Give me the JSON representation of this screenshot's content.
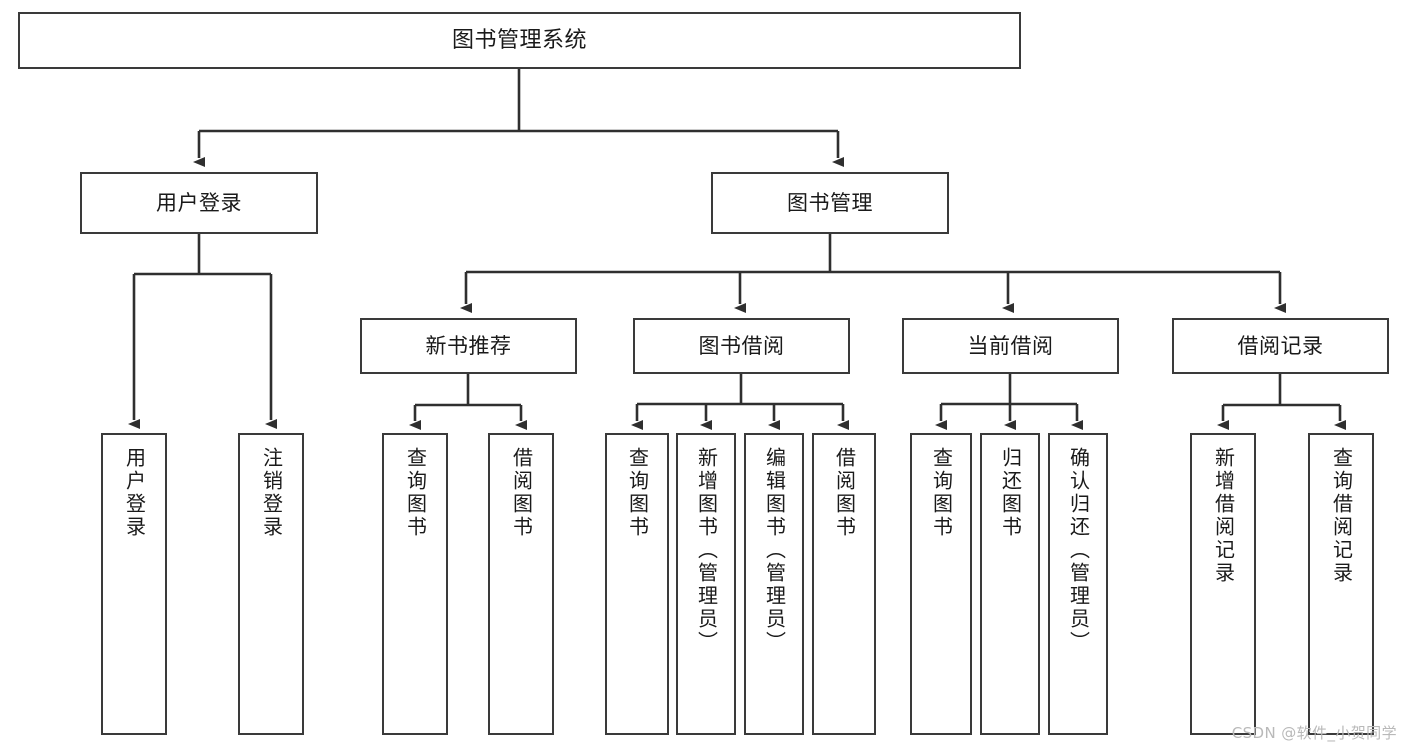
{
  "diagram": {
    "title": "图书管理系统",
    "watermark": "CSDN @软件_小贺同学",
    "theme": {
      "background": "#ffffff",
      "node_border": "#3a3a3a",
      "node_fill": "#ffffff",
      "text": "#1a1a1a",
      "connector": "#2f2f2f",
      "watermark": "#b9b9b9"
    },
    "levels": {
      "level1": "根节点",
      "level2": "模块",
      "level3": "子模块",
      "level4": "功能项"
    },
    "nodes": {
      "root": {
        "label": "图书管理系统"
      },
      "user_login": {
        "label": "用户登录"
      },
      "book_manage": {
        "label": "图书管理"
      },
      "new_book_rec": {
        "label": "新书推荐"
      },
      "book_borrow": {
        "label": "图书借阅"
      },
      "current_borrow": {
        "label": "当前借阅"
      },
      "borrow_record": {
        "label": "借阅记录"
      },
      "leaf_user_login": {
        "label": "用户登录"
      },
      "leaf_logout": {
        "label": "注销登录"
      },
      "leaf_query_book_1": {
        "label": "查询图书"
      },
      "leaf_borrow_book_1": {
        "label": "借阅图书"
      },
      "leaf_query_book_2": {
        "label": "查询图书"
      },
      "leaf_add_book": {
        "label": "新增图书（管理员）"
      },
      "leaf_edit_book": {
        "label": "编辑图书（管理员）"
      },
      "leaf_borrow_book_2": {
        "label": "借阅图书"
      },
      "leaf_query_book_3": {
        "label": "查询图书"
      },
      "leaf_return_book": {
        "label": "归还图书"
      },
      "leaf_confirm_return": {
        "label": "确认归还（管理员）"
      },
      "leaf_add_record": {
        "label": "新增借阅记录"
      },
      "leaf_query_record": {
        "label": "查询借阅记录"
      }
    }
  }
}
